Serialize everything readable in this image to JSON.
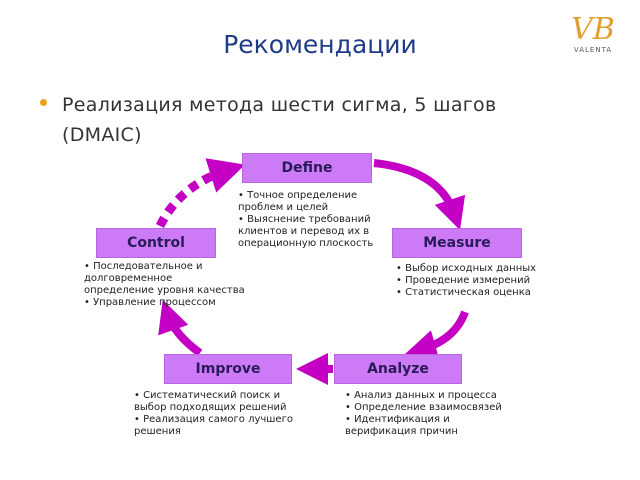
{
  "title": "Рекомендации",
  "logo": {
    "text": "VALENTA",
    "mark": "VB"
  },
  "bullet": "Реализация метода шести сигма, 5 шагов (DMAIC)",
  "colors": {
    "box": "#cc7af5",
    "arrow": "#c400c4",
    "title": "#1f3c88",
    "bullet": "#f0a020"
  },
  "steps": {
    "define": {
      "label": "Define",
      "desc": "• Точное определение\nпроблем и целей\n• Выяснение требований\nклиентов и перевод их в\nоперационную плоскость"
    },
    "measure": {
      "label": "Measure",
      "desc": "• Выбор исходных данных\n• Проведение измерений\n• Статистическая оценка"
    },
    "analyze": {
      "label": "Analyze",
      "desc": "• Анализ данных и процесса\n• Определение взаимосвязей\n• Идентификация и\nверификация причин"
    },
    "improve": {
      "label": "Improve",
      "desc": "• Систематический поиск и\nвыбор подходящих решений\n• Реализация самого лучшего\nрешения"
    },
    "control": {
      "label": "Control",
      "desc": "• Последовательное и\nдолговременное\nопределение уровня качества\n• Управление процессом"
    }
  }
}
